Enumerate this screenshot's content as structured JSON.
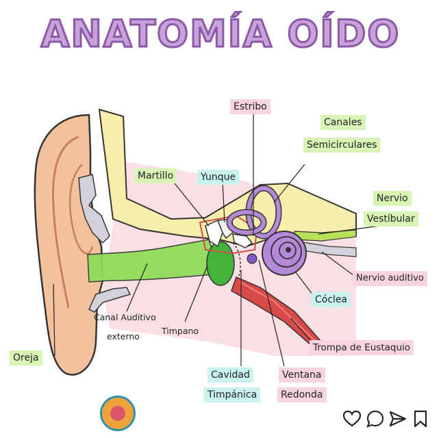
{
  "title": "ANATOMÍA OÍDO",
  "colors": {
    "title_fill": "#c9a2dc",
    "title_stroke": "#8a5aa6",
    "label_pink": "#f8d3e0",
    "label_green": "#d8f5b5",
    "label_cyan": "#c9f2ef",
    "skin": "#f3c19b",
    "bone_yellow": "#f6eeaa",
    "canal_green": "#8edc5a",
    "cochlea_purple": "#b48ad8",
    "tube_red": "#d84a4a",
    "accent_logo": "#f0a33a"
  },
  "labels": {
    "estribo": "Estribo",
    "canales": "Canales",
    "semicirculares": "Semicirculares",
    "martillo": "Martillo",
    "yunque": "Yunque",
    "nervio": "Nervio",
    "vestibular": "Vestíbular",
    "nervio_auditivo": "Nervio auditivo",
    "coclea": "Cóclea",
    "canal_auditivo": "Canal Auditivo",
    "externo": "externo",
    "timpano": "Timpano",
    "trompa": "Trompa de Eustaquio",
    "oreja": "Oreja",
    "cavidad": "Cavidad",
    "timpanica": "Timpánica",
    "ventana": "Ventana",
    "redonda": "Redonda"
  },
  "icons": {
    "logo": "brand-logo-icon",
    "like": "heart-icon",
    "comment": "comment-icon",
    "share": "send-icon",
    "save": "bookmark-icon"
  }
}
